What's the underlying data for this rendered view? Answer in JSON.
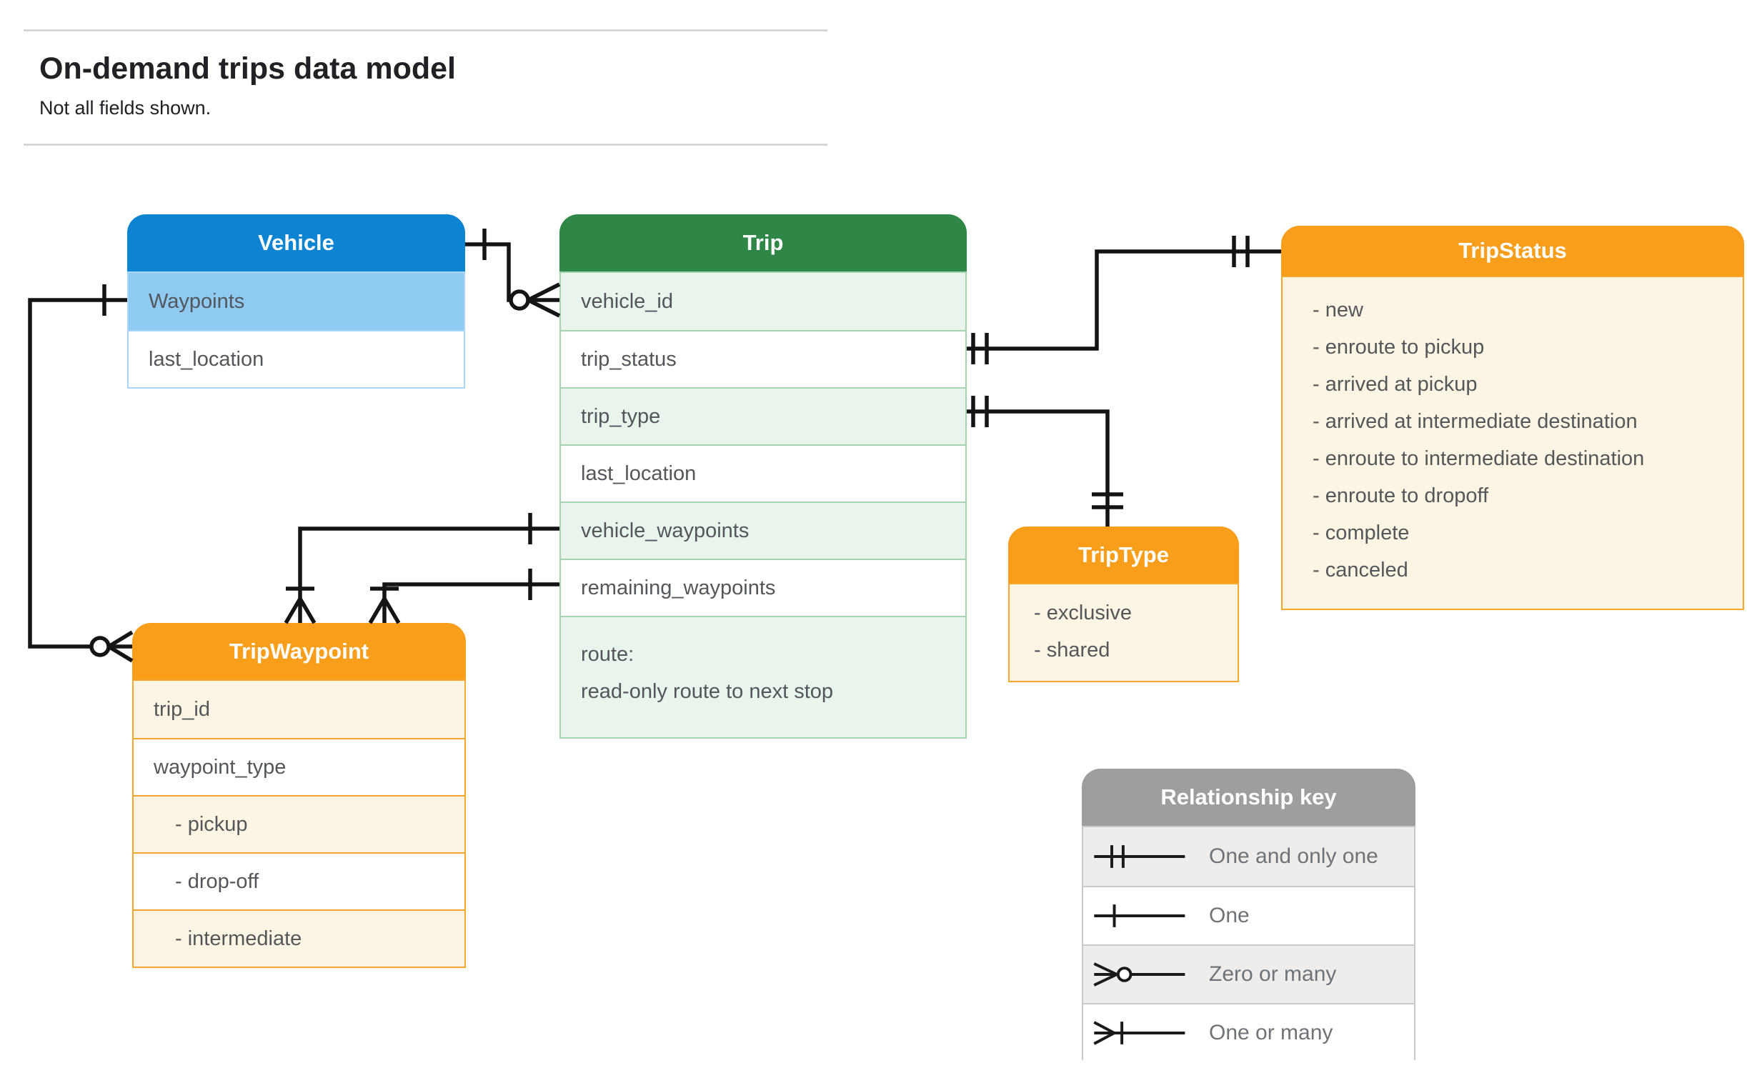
{
  "page": {
    "title": "On-demand trips data model",
    "subtitle": "Not all fields shown."
  },
  "entities": {
    "vehicle": {
      "title": "Vehicle",
      "fields": [
        "Waypoints",
        "last_location"
      ]
    },
    "trip": {
      "title": "Trip",
      "fields": [
        "vehicle_id",
        "trip_status",
        "trip_type",
        "last_location",
        "vehicle_waypoints",
        "remaining_waypoints"
      ],
      "route_lines": [
        "route:",
        "read-only route to next stop"
      ]
    },
    "tripStatus": {
      "title": "TripStatus",
      "values": [
        "- new",
        "- enroute to pickup",
        "- arrived at pickup",
        "- arrived at intermediate destination",
        "- enroute to intermediate destination",
        "- enroute to dropoff",
        "- complete",
        "- canceled"
      ]
    },
    "tripType": {
      "title": "TripType",
      "values": [
        "- exclusive",
        "- shared"
      ]
    },
    "tripWaypoint": {
      "title": "TripWaypoint",
      "fields": [
        "trip_id",
        "waypoint_type"
      ],
      "values": [
        "- pickup",
        "- drop-off",
        "- intermediate"
      ]
    }
  },
  "legend": {
    "title": "Relationship key",
    "rows": [
      {
        "symbol": "one-and-only-one",
        "label": "One and only one"
      },
      {
        "symbol": "one",
        "label": "One"
      },
      {
        "symbol": "zero-or-many",
        "label": "Zero or many"
      },
      {
        "symbol": "one-or-many",
        "label": "One or many"
      }
    ]
  },
  "colors": {
    "blue_header": "#0d84d2",
    "blue_row": "#8fcaf3",
    "green_header": "#2e8747",
    "green_row": "#e9f4ec",
    "orange_header": "#f99e1b",
    "cream_row": "#fdf5e3",
    "gray_header": "#9e9e9e",
    "gray_row": "#ededed",
    "connector": "#141414"
  }
}
